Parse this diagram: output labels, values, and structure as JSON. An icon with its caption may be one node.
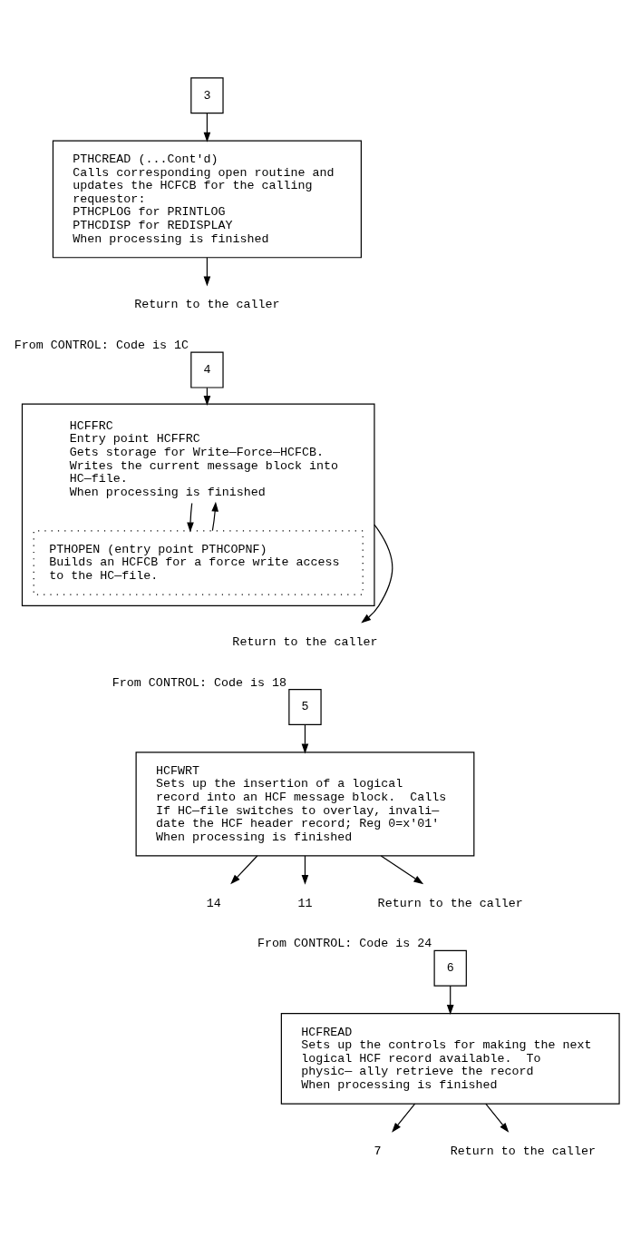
{
  "diagram": {
    "nodes": [
      {
        "text": [
          "3"
        ]
      },
      {
        "text": [
          "PTHCREAD (...Cont'd)",
          "Calls corresponding open routine and updates the HCFCB for the calling requestor:",
          "PTHCPLOG for PRINTLOG",
          "PTHCDISP for REDISPLAY",
          "When processing is finished"
        ]
      },
      {
        "text": [
          "Return to the caller"
        ]
      },
      {
        "text": [
          "4"
        ],
        "beside": [
          "From CONTROL: Code is 1C"
        ]
      },
      {
        "text": [
          "HCFFRC",
          "Entry point HCFFRC",
          "Gets storage for Write—Force—HCFCB.",
          "Writes the current message block into HC—file.",
          "When processing is finished"
        ]
      },
      {
        "text": [
          "PTHOPEN (entry point PTHCOPNF)",
          "Builds an HCFCB for a force write access to the HC—file."
        ],
        "in": 4
      },
      {
        "text": [
          "Return to the caller"
        ]
      },
      {
        "text": [
          "5"
        ],
        "beside": [
          "From CONTROL: Code is 18"
        ]
      },
      {
        "text": [
          "HCFWRT",
          "Sets up the insertion of a logical record into an HCF message block.  Calls",
          "If HC—file switches to overlay, invali— date the HCF header record; Reg 0=x'01'",
          "When processing is finished"
        ]
      },
      {
        "text": [
          "14"
        ]
      },
      {
        "text": [
          "11"
        ]
      },
      {
        "text": [
          "Return to the caller"
        ]
      },
      {
        "text": [
          "6"
        ],
        "beside": [
          "From CONTROL: Code is 24"
        ]
      },
      {
        "text": [
          "HCFREAD",
          "Sets up the controls for making the next logical HCF record available.  To physic— ally retrieve the record",
          "When processing is finished"
        ]
      },
      {
        "text": [
          "7"
        ]
      },
      {
        "text": [
          "Return to the caller"
        ]
      }
    ],
    "edges": [
      {
        "from": 0,
        "to": 1,
        "arrow": "to"
      },
      {
        "from": 1,
        "to": 2,
        "arrow": "to"
      },
      {
        "from": 3,
        "to": 4,
        "arrow": "to"
      },
      {
        "from": 4,
        "to": 5,
        "arrow": "to"
      },
      {
        "from": 5,
        "to": 4,
        "arrow": "to"
      },
      {
        "from": 4,
        "to": 6,
        "arrow": "to"
      },
      {
        "from": 7,
        "to": 8,
        "arrow": "to"
      },
      {
        "from": 8,
        "to": 9,
        "arrow": "to"
      },
      {
        "from": 8,
        "to": 10,
        "arrow": "to"
      },
      {
        "from": 8,
        "to": 11,
        "arrow": "to"
      },
      {
        "from": 12,
        "to": 13,
        "arrow": "to"
      },
      {
        "from": 13,
        "to": 14,
        "arrow": "to"
      },
      {
        "from": 13,
        "to": 15,
        "arrow": "to"
      }
    ]
  }
}
